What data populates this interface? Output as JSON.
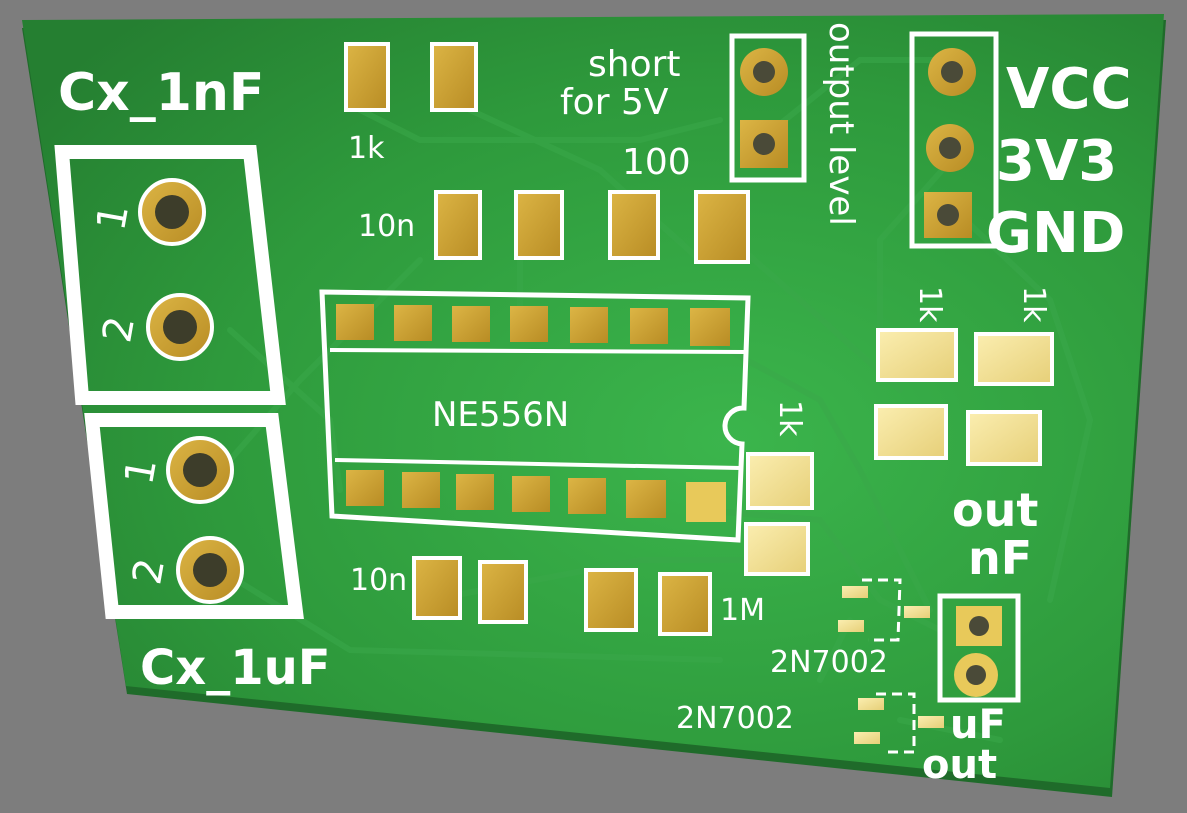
{
  "colors": {
    "background": "#7d7d7d",
    "board": "#2f9a3e",
    "board_edge": "#1f6b2a",
    "silkscreen": "#ffffff",
    "pad_gold": "#c9a032",
    "pad_gold_light": "#e8c95a",
    "pad_tin": "#f0dd90",
    "trace": "#3aa84a"
  },
  "labels": {
    "cx_1nf": "Cx_1nF",
    "cx_1uf": "Cx_1uF",
    "terminal_pin_1": "1",
    "terminal_pin_2": "2",
    "r_top_left": "1k",
    "c_top": "10n",
    "short_line1": "short",
    "short_line2": "for 5V",
    "r_100": "100",
    "output_level": "output level",
    "vcc": "VCC",
    "v3v3": "3V3",
    "gnd": "GND",
    "r_1k_a": "1k",
    "r_1k_b": "1k",
    "r_1k_c": "1k",
    "ic": "NE556N",
    "c_bottom": "10n",
    "r_1m": "1M",
    "out_nf_line1": "out",
    "out_nf_line2": "nF",
    "q1": "2N7002",
    "q2": "2N7002",
    "uf_out_line1": "uF",
    "uf_out_line2": "out"
  }
}
